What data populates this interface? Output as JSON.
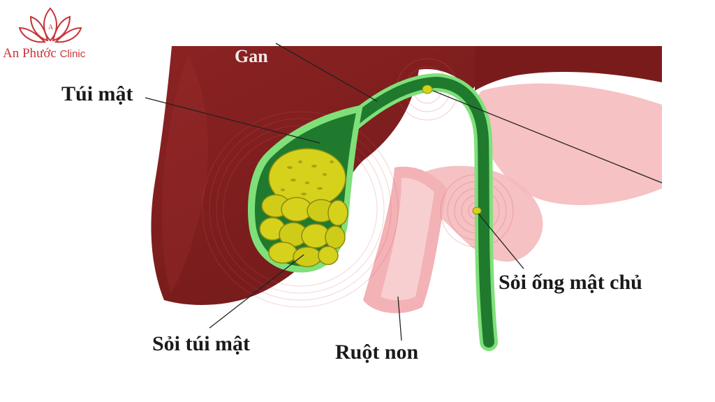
{
  "brand": {
    "name": "An Phước",
    "suffix": "Clinic",
    "color": "#c8343b",
    "icon": "lotus-logo"
  },
  "labels": {
    "liver": "Gan",
    "gallbladder": "Túi mật",
    "common_bile_duct_stone": "Sỏi ống mật chủ",
    "gallbladder_stones": "Sỏi túi mật",
    "small_intestine": "Ruột non"
  },
  "colors": {
    "liver": "#7a1b1b",
    "gallbladder": "#1f7a2e",
    "duct_outline": "#7fe07a",
    "stone": "#d6d21c",
    "intestine": "#f3b7ba",
    "pain_ring": "#e0505a"
  }
}
